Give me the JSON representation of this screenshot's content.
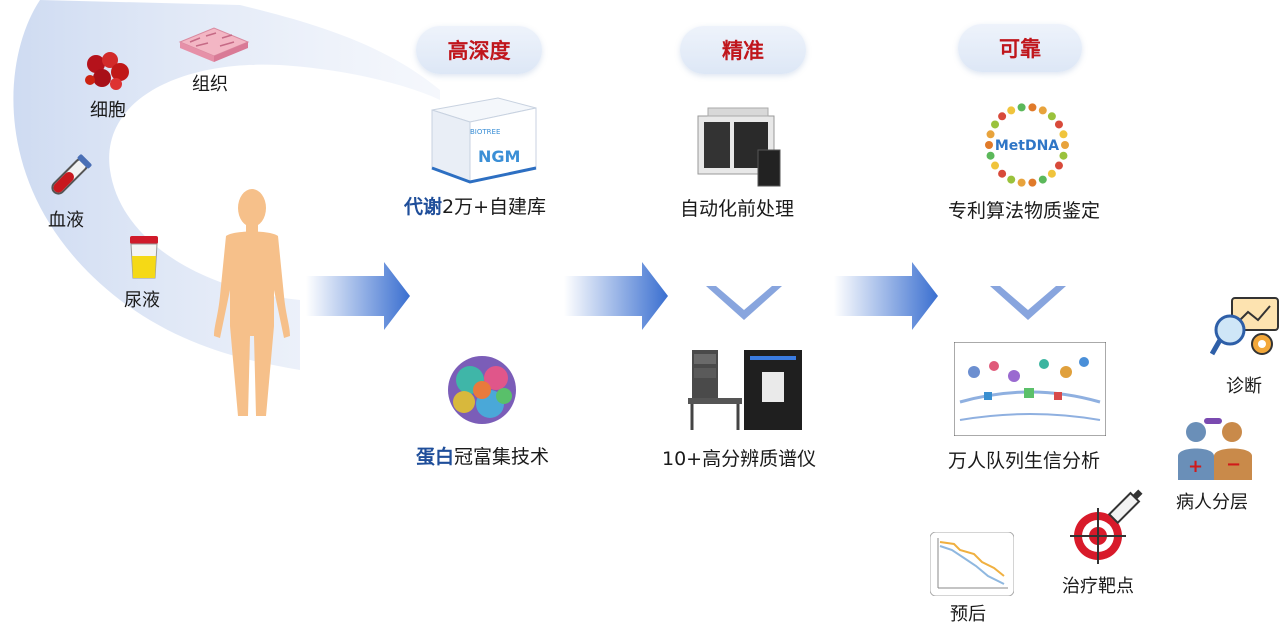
{
  "samples": {
    "cell": "细胞",
    "tissue": "组织",
    "blood": "血液",
    "urine": "尿液"
  },
  "pills": {
    "depth": "高深度",
    "precise": "精准",
    "reliable": "可靠"
  },
  "top_row": {
    "ngm_box_text": "NGM",
    "ngm_brand": "BIOTREE",
    "ngm_label_hl": "代谢",
    "ngm_label_rest": "2万+自建库",
    "auto_label": "自动化前处理",
    "metdna_text": "MetDNA",
    "metdna_label": "专利算法物质鉴定"
  },
  "bottom_row": {
    "protein_label_hl": "蛋白",
    "protein_label_rest": "冠富集技术",
    "ms_label": "10+高分辨质谱仪",
    "bio_label": "万人队列生信分析"
  },
  "applications": {
    "diagnosis": "诊断",
    "stratification": "病人分层",
    "therapy": "治疗靶点",
    "prognosis": "预后"
  },
  "colors": {
    "pill_text": "#c0161c",
    "highlight": "#1f4e9a",
    "arrow": "#3a6fd0",
    "body": "#f6c08a"
  }
}
